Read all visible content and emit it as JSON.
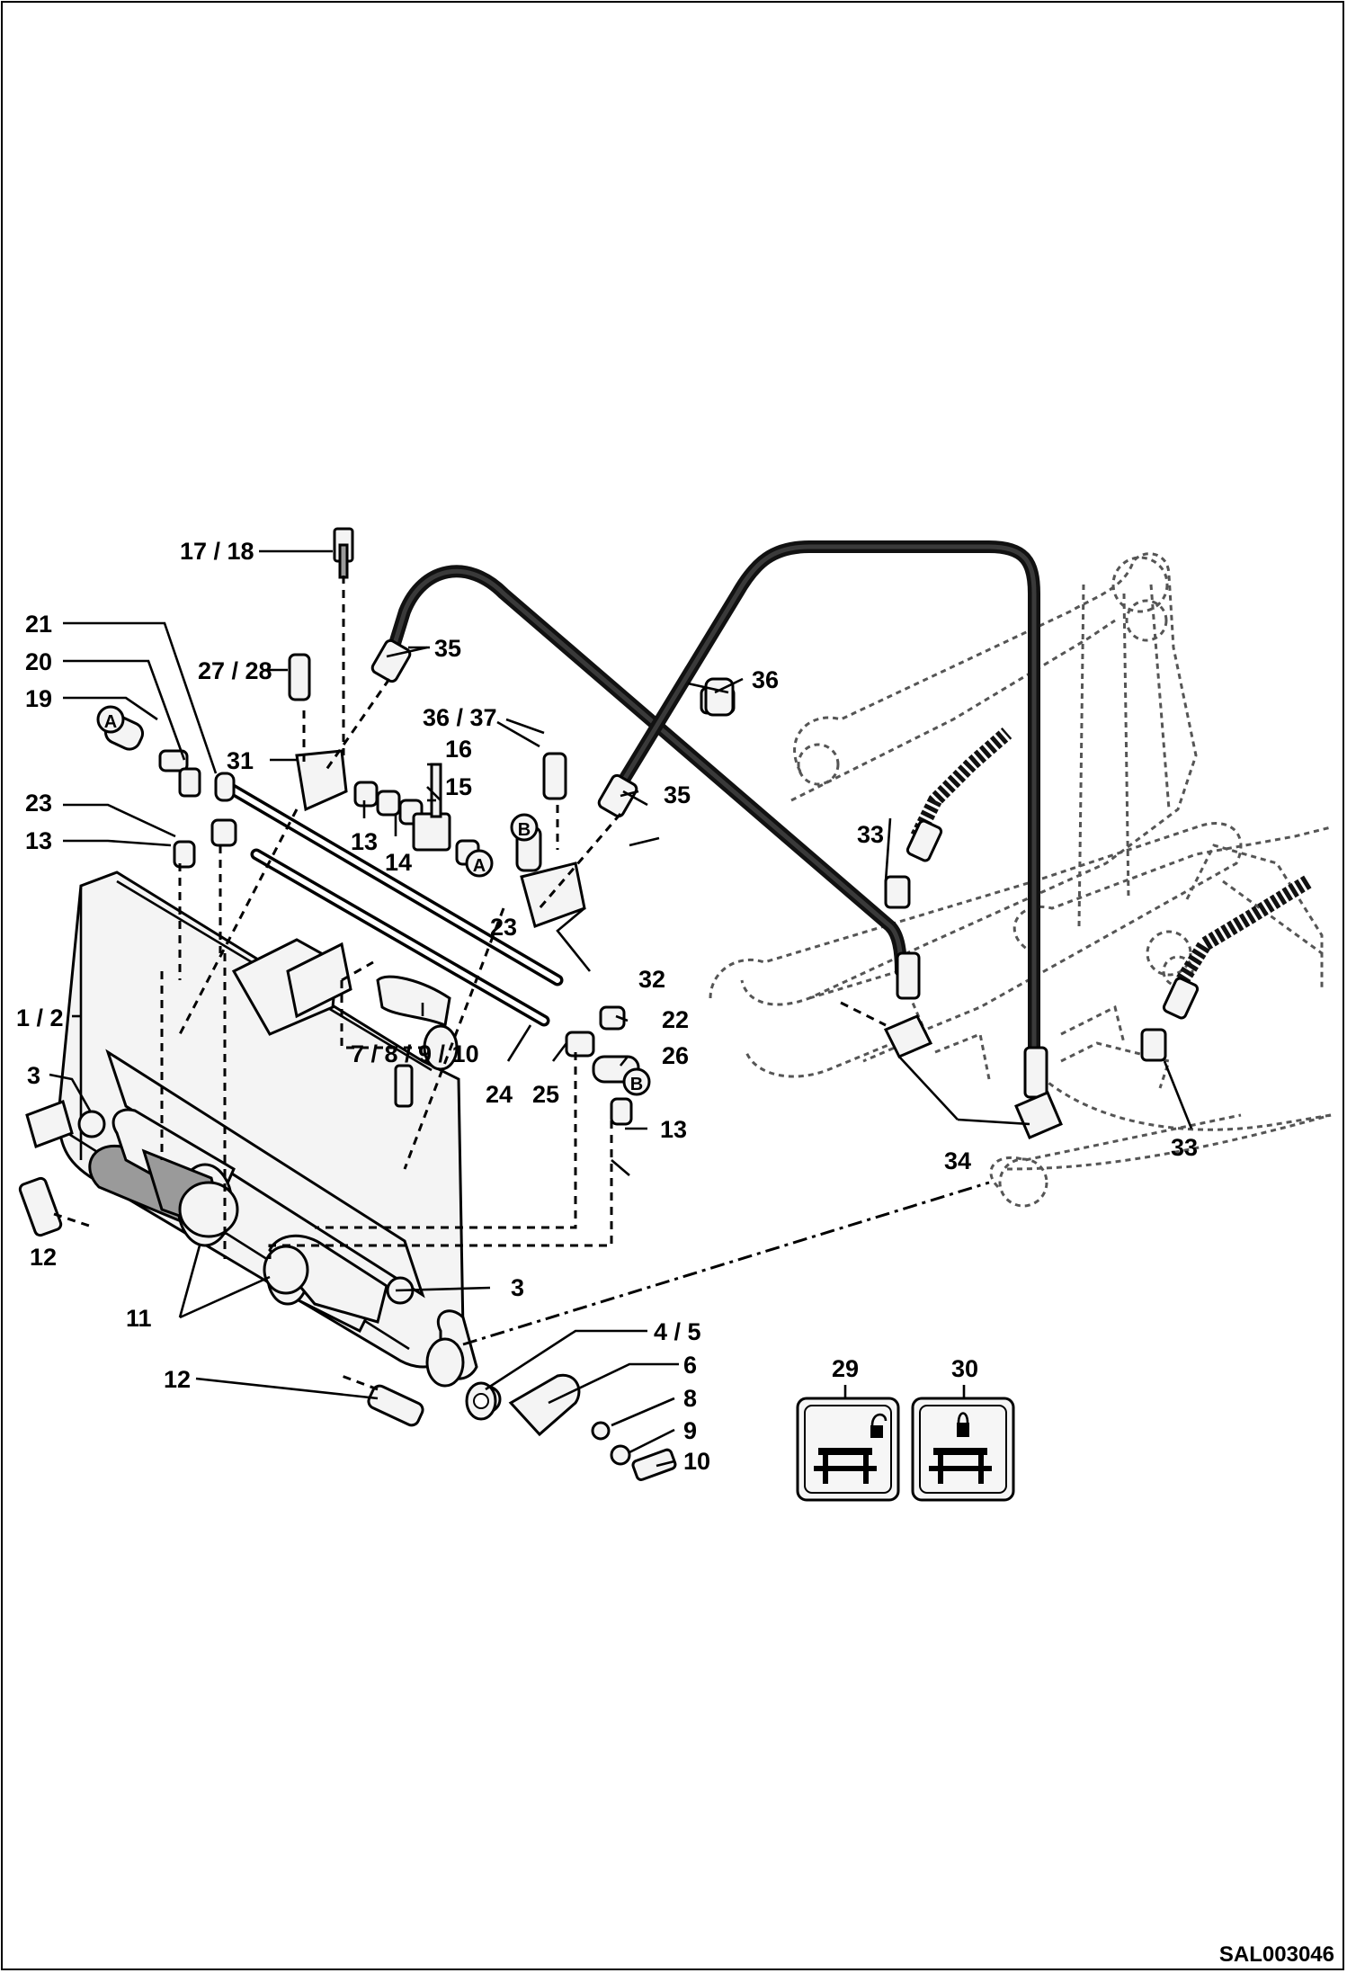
{
  "diagram": {
    "callouts": {
      "c17_18": "17 / 18",
      "c21": "21",
      "c20": "20",
      "c19": "19",
      "c27_28": "27 / 28",
      "c35a": "35",
      "c35b": "35",
      "c36": "36",
      "c36_37": "36 / 37",
      "c16": "16",
      "c15": "15",
      "c31": "31",
      "c23a": "23",
      "c23b": "23",
      "c13a": "13",
      "c13b": "13",
      "c13c": "13",
      "c14": "14",
      "c33a": "33",
      "c33b": "33",
      "c32": "32",
      "c1_2": "1 / 2",
      "c22": "22",
      "c26": "26",
      "c7_8_9_10": "7 / 8 / 9 / 10",
      "c24": "24",
      "c25": "25",
      "c3a": "3",
      "c3b": "3",
      "c34": "34",
      "c12a": "12",
      "c12b": "12",
      "c11": "11",
      "c4_5": "4 / 5",
      "c6": "6",
      "c8": "8",
      "c9": "9",
      "c10": "10",
      "c29": "29",
      "c30": "30"
    },
    "connectors": {
      "a1": "A",
      "a2": "A",
      "b1": "B",
      "b2": "B"
    },
    "drawing_code": "SAL003046"
  }
}
